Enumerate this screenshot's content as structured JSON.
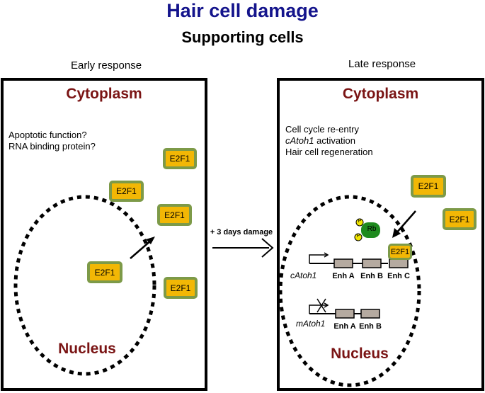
{
  "title": "Hair cell damage",
  "subtitle": "Supporting cells",
  "transition_label": "+ 3 days damage",
  "early": {
    "header": "Early response",
    "cytoplasm_label": "Cytoplasm",
    "nucleus_label": "Nucleus",
    "notes": [
      "Apoptotic function?",
      "RNA binding protein?"
    ],
    "e2f1": [
      "E2F1",
      "E2F1",
      "E2F1",
      "E2F1",
      "E2F1"
    ]
  },
  "late": {
    "header": "Late response",
    "cytoplasm_label": "Cytoplasm",
    "nucleus_label": "Nucleus",
    "notes": {
      "line1": "Cell cycle re-entry",
      "line2_gene": "cAtoh1",
      "line2_rest": " activation",
      "line3": "Hair cell regeneration"
    },
    "e2f1": [
      "E2F1",
      "E2F1",
      "E2F1"
    ],
    "rb_label": "Rb",
    "phospho": "P",
    "genes": {
      "chick": {
        "name": "cAtoh1",
        "enhancers": [
          "Enh A",
          "Enh B",
          "Enh C"
        ]
      },
      "mouse": {
        "name": "mAtoh1",
        "enhancers": [
          "Enh A",
          "Enh B"
        ]
      }
    }
  },
  "colors": {
    "title": "#14148c",
    "region": "#7a1414",
    "e2f1_fill": "#f2b705",
    "e2f1_border": "#7d9a48",
    "rb_fill": "#1e8a1e",
    "phospho_fill": "#f2e600",
    "enhancer_fill": "#b5aaa0"
  }
}
